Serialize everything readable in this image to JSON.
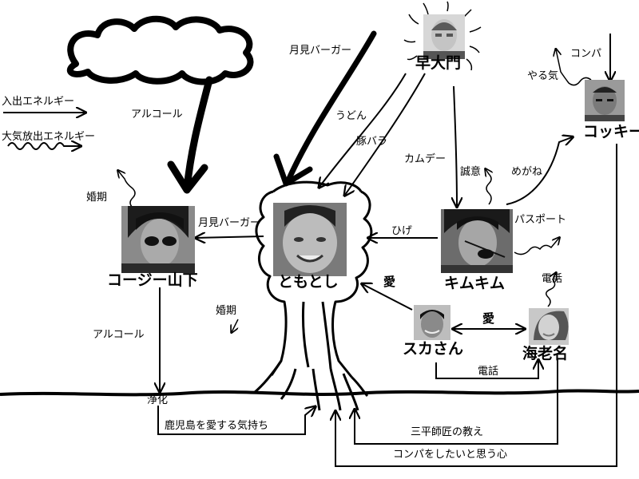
{
  "people": {
    "hayaomon": "早大門",
    "kokki": "コッキー",
    "koji": "コージー山下",
    "tomotoshi": "ともとし",
    "kimukimu": "キムキム",
    "sukasan": "スカさん",
    "ebina": "海老名"
  },
  "legend": {
    "in_out": "入出エネルギー",
    "emission": "大気放出エネルギー"
  },
  "labels": {
    "alcohol_top": "アルコール",
    "tsukimi_top": "月見バーガー",
    "udon": "うどん",
    "butabara": "豚バラ",
    "kamudee": "カムデー",
    "seii": "誠意",
    "megane": "めがね",
    "konpa_top": "コンパ",
    "yaruki": "やる気",
    "konki_left": "婚期",
    "tsukimi_mid": "月見バーガー",
    "hige": "ひげ",
    "passport": "パスポート",
    "denwa_top": "電話",
    "ai_left": "愛",
    "ai_mid": "愛",
    "konki_mid": "婚期",
    "alcohol_bottom": "アルコール",
    "denwa_bottom": "電話",
    "jouka": "浄化",
    "kagoshima": "鹿児島を愛する気持ち",
    "sanpei": "三平師匠の教え",
    "konpa_bottom": "コンパをしたいと思う心"
  }
}
